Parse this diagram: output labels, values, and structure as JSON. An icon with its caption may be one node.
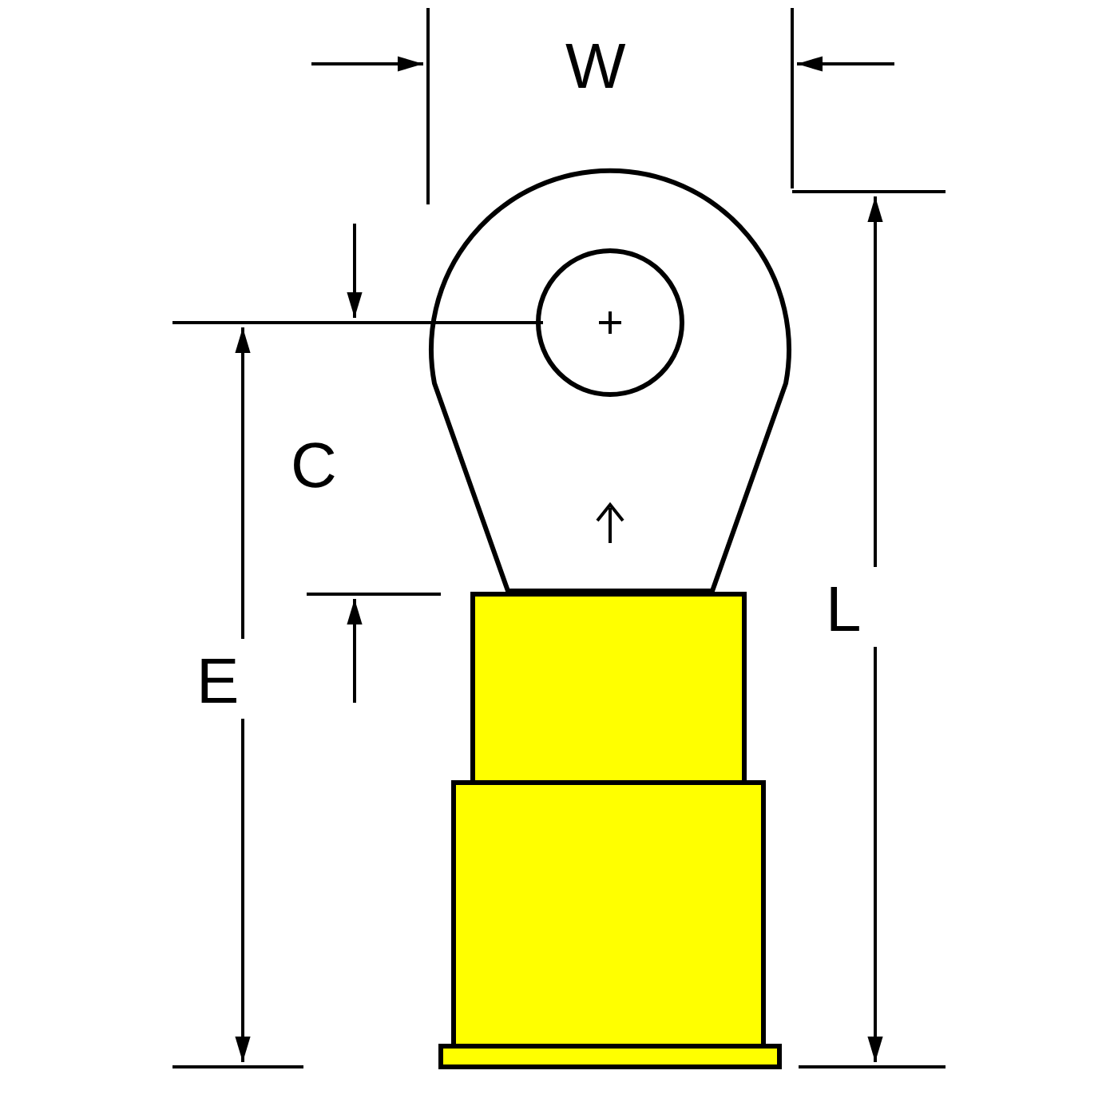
{
  "diagram": {
    "labels": [
      "W",
      "C",
      "L",
      "E"
    ]
  }
}
